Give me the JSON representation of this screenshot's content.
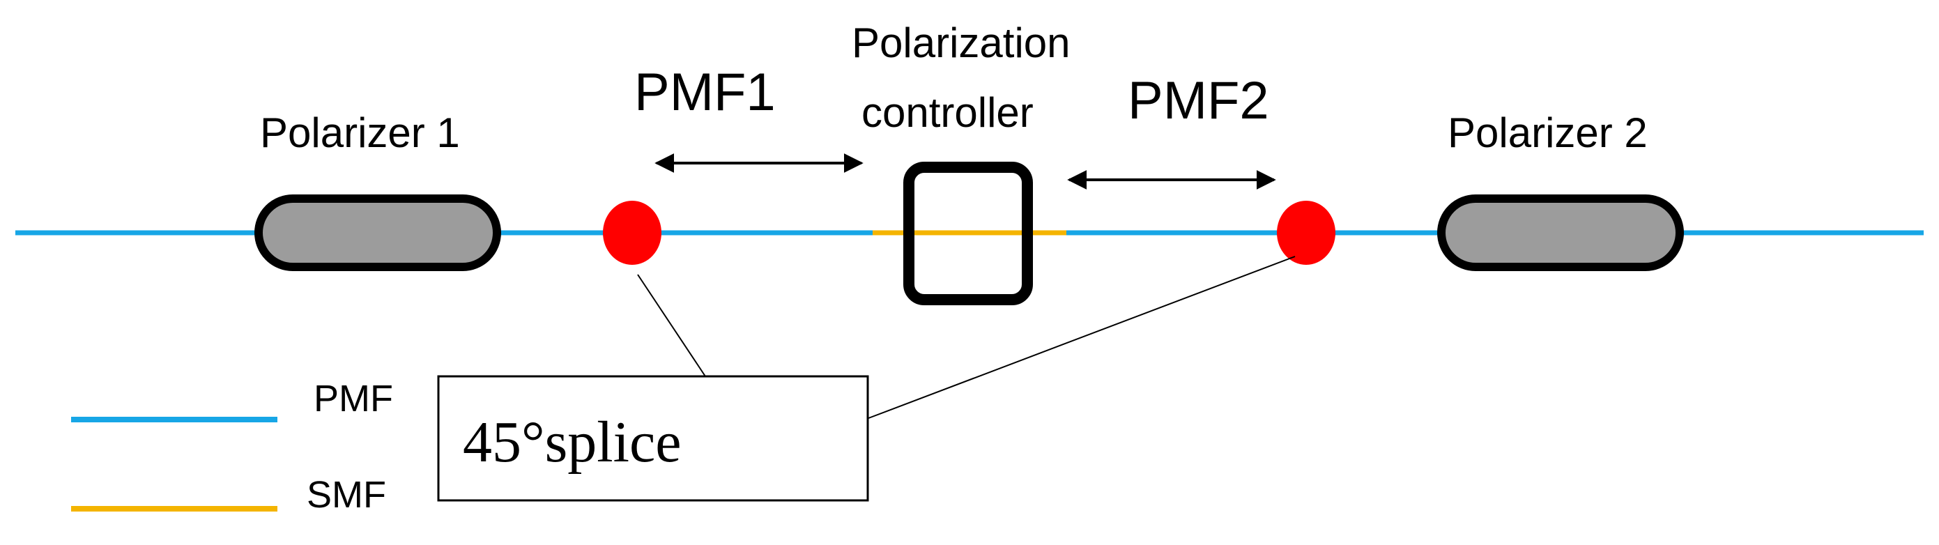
{
  "labels": {
    "polarizer1": "Polarizer 1",
    "polarizer2": "Polarizer 2",
    "pmf1": "PMF1",
    "pmf2": "PMF2",
    "controller_line1": "Polarization",
    "controller_line2": "controller",
    "splice": "45°splice"
  },
  "legend": {
    "pmf": "PMF",
    "smf": "SMF"
  },
  "colors": {
    "pmf": "#17a6e6",
    "smf": "#f4b400",
    "splice_dot": "#ff0000",
    "polarizer_fill": "#9c9c9c",
    "outline": "#000000"
  }
}
